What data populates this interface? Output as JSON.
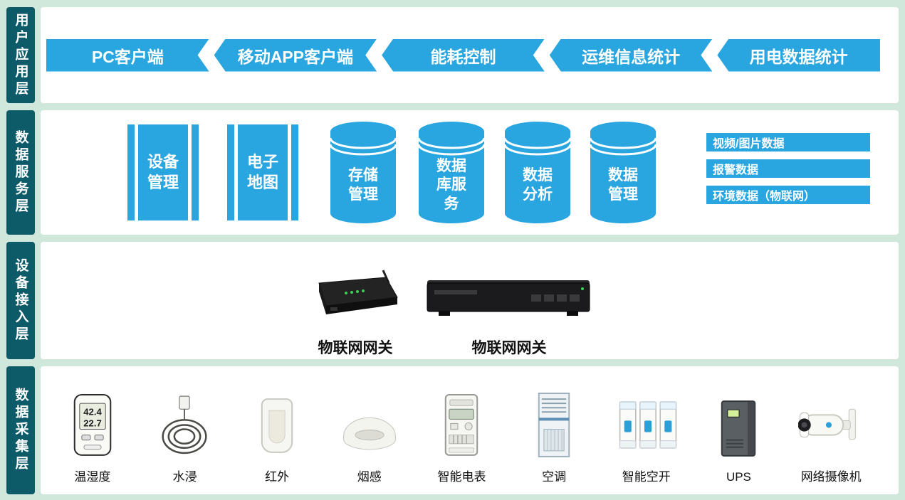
{
  "colors": {
    "page_bg": "#cfe8db",
    "layer_tab_bg": "#0d5a68",
    "panel_bg": "#ffffff",
    "accent_blue": "#29a6df"
  },
  "layers": [
    {
      "label": "用户应用层",
      "banners": [
        "PC客户端",
        "移动APP客户端",
        "能耗控制",
        "运维信息统计",
        "用电数据统计"
      ]
    },
    {
      "label": "数据服务层",
      "pillars": [
        "设备管理",
        "电子地图"
      ],
      "cylinders": [
        "存储管理",
        "数据库服务",
        "数据分析",
        "数据管理"
      ],
      "data_tags": [
        "视频/图片数据",
        "报警数据",
        "环境数据（物联网）"
      ]
    },
    {
      "label": "设备接入层",
      "gateways": [
        "物联网网关",
        "物联网网关"
      ]
    },
    {
      "label": "数据采集层",
      "devices": [
        {
          "label": "温湿度",
          "display": [
            "42.4",
            "22.7"
          ]
        },
        {
          "label": "水浸"
        },
        {
          "label": "红外"
        },
        {
          "label": "烟感"
        },
        {
          "label": "智能电表"
        },
        {
          "label": "空调"
        },
        {
          "label": "智能空开"
        },
        {
          "label": "UPS"
        },
        {
          "label": "网络摄像机"
        }
      ]
    }
  ]
}
